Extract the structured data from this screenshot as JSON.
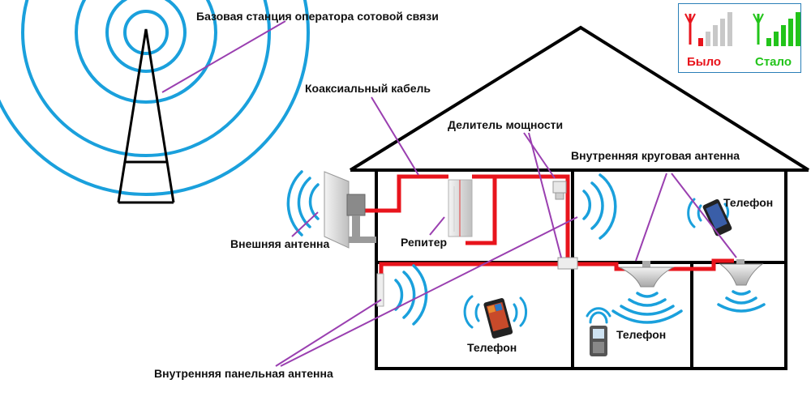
{
  "labels": {
    "base_station": "Базовая станция оператора сотовой связи",
    "coax_cable": "Коаксиальный кабель",
    "power_divider": "Делитель мощности",
    "indoor_round_antenna": "Внутренняя круговая антенна",
    "external_antenna": "Внешняя антенна",
    "repeater": "Репитер",
    "phone_1": "Телефон",
    "phone_2": "Телефон",
    "phone_3": "Телефон",
    "indoor_panel_antenna": "Внутренняя панельная антенна"
  },
  "legend": {
    "before_label": "Было",
    "after_label": "Стало",
    "before_color": "#e8141c",
    "after_color": "#22c41a",
    "inactive_color": "#c8c8c8",
    "before_active_bars": 1,
    "after_active_bars": 5,
    "total_bars": 5
  },
  "colors": {
    "signal_wave": "#1aa0dc",
    "cable": "#e8141c",
    "pointer_line": "#9a3fb0",
    "house_outline": "#000000"
  },
  "icons": {
    "tower": "cell-tower-icon",
    "external_antenna": "panel-antenna-icon",
    "repeater": "repeater-icon",
    "divider": "splitter-icon",
    "ceiling_antenna": "dome-antenna-icon",
    "smartphone": "smartphone-icon",
    "feature_phone": "feature-phone-icon"
  }
}
